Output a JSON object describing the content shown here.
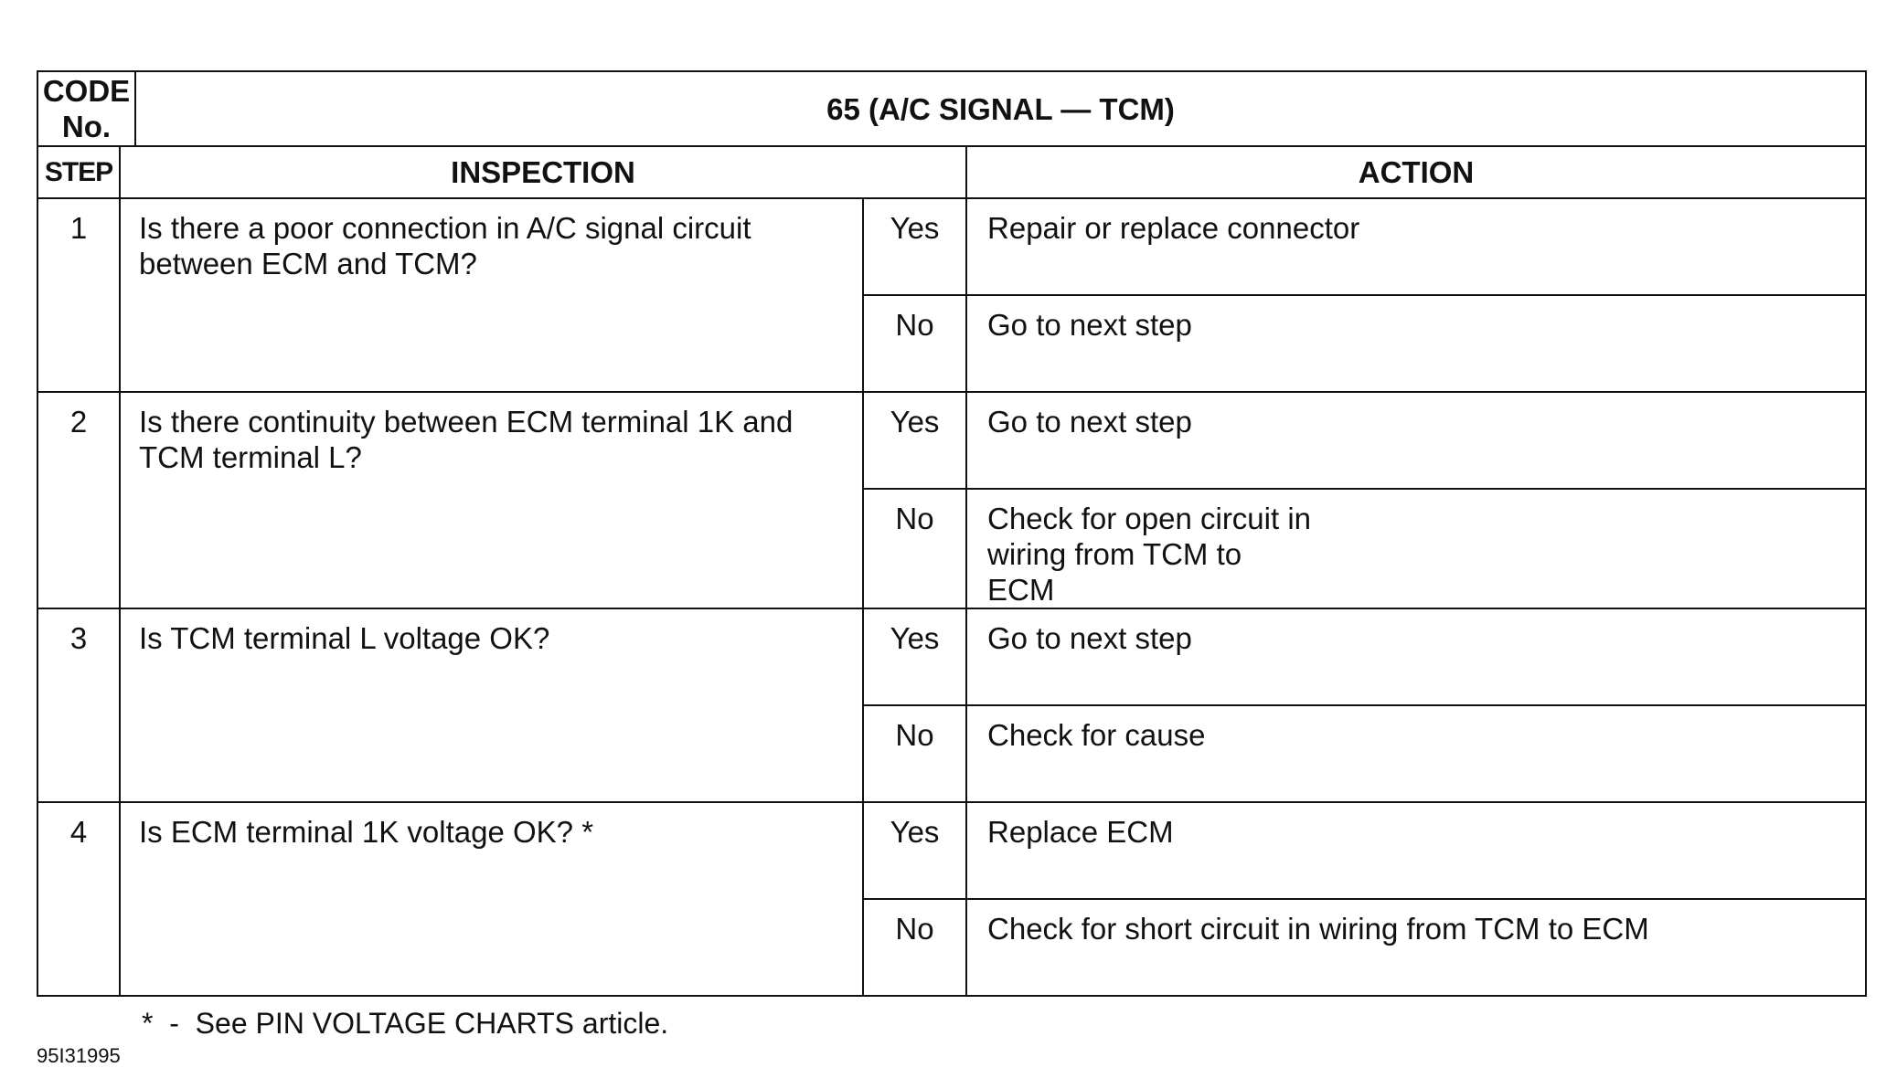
{
  "header": {
    "code_label": "CODE No.",
    "code_title": "65 (A/C  SIGNAL — TCM)"
  },
  "columns": {
    "step": "STEP",
    "inspection": "INSPECTION",
    "action": "ACTION"
  },
  "steps": [
    {
      "number": "1",
      "inspection": "Is there a poor connection in A/C signal circuit between ECM and TCM?",
      "yes_label": "Yes",
      "yes_action": "Repair or replace connector",
      "no_label": "No",
      "no_action": "Go to next step"
    },
    {
      "number": "2",
      "inspection": "Is there continuity between ECM terminal 1K and TCM terminal L?",
      "yes_label": "Yes",
      "yes_action": "Go to next step",
      "no_label": "No",
      "no_action": "Check for open circuit in wiring from TCM to ECM"
    },
    {
      "number": "3",
      "inspection": "Is TCM terminal L voltage OK?",
      "yes_label": "Yes",
      "yes_action": "Go to next step",
      "no_label": "No",
      "no_action": "Check for cause"
    },
    {
      "number": "4",
      "inspection": "Is ECM terminal 1K voltage OK? *",
      "yes_label": "Yes",
      "yes_action": "Replace ECM",
      "no_label": "No",
      "no_action": "Check for short circuit in wiring from TCM to ECM"
    }
  ],
  "footnote": "*  -  See PIN VOLTAGE CHARTS article.",
  "figure_id": "95I31995"
}
